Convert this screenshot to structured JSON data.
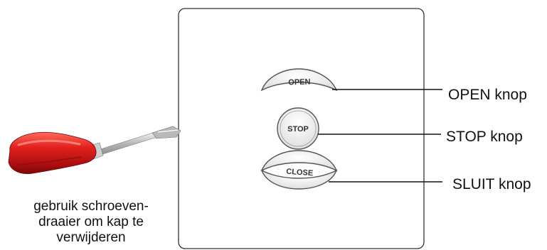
{
  "buttons": {
    "open": "OPEN",
    "stop": "STOP",
    "close": "CLOSE"
  },
  "callouts": {
    "open": "OPEN knop",
    "stop": "STOP knop",
    "close": "SLUIT knop"
  },
  "caption": {
    "line1": "gebruik schroeven-",
    "line2": "draaier om kap te",
    "line3": "verwijderen"
  },
  "colors": {
    "handle": "#d81e1e",
    "panel_border": "#333333",
    "button_fill": "#f2f2f2",
    "button_stroke": "#666666"
  },
  "icons": {
    "tool": "screwdriver-icon"
  }
}
